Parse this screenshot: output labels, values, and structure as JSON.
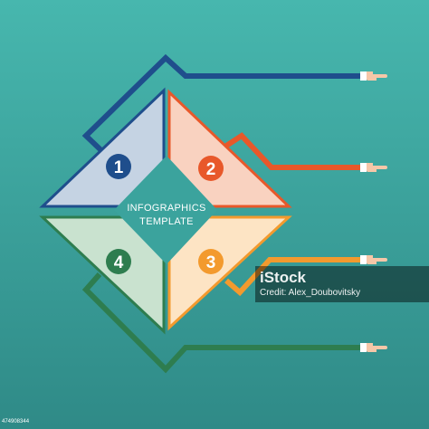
{
  "colors": {
    "background_top": "#47b7ae",
    "background_bottom": "#2f8a87",
    "blue": "#1f4e8c",
    "orange": "#e8582a",
    "amber": "#f39a2e",
    "green": "#2e7d4f",
    "blue_fill": "#c5d3e3",
    "orange_fill": "#f9d2c0",
    "amber_fill": "#fde4c4",
    "green_fill": "#c9e2cf"
  },
  "title": {
    "line1": "INFOGRAPHICS",
    "line2": "TEMPLATE"
  },
  "steps": [
    {
      "number": "1",
      "color": "#1f4e8c",
      "pointer_icon": "pointing-hand-icon"
    },
    {
      "number": "2",
      "color": "#e8582a",
      "pointer_icon": "pointing-hand-icon"
    },
    {
      "number": "3",
      "color": "#f39a2e",
      "pointer_icon": "pointing-hand-icon"
    },
    {
      "number": "4",
      "color": "#2e7d4f",
      "pointer_icon": "pointing-hand-icon"
    }
  ],
  "watermark": {
    "logo": "iStock",
    "credit": "Credit: Alex_Doubovitsky"
  },
  "stock_id": "474908344"
}
